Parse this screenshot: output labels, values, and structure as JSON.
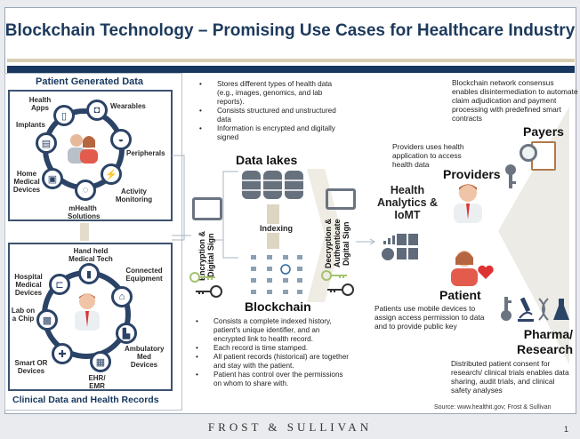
{
  "title": "Blockchain Technology – Promising Use Cases for Healthcare Industry",
  "left": {
    "patient_generated": {
      "heading": "Patient Generated Data",
      "nodes": [
        "Health Apps",
        "Wearables",
        "Peripherals",
        "Activity Monitoring",
        "mHealth Solutions",
        "Home Medical Devices",
        "Implants"
      ]
    },
    "clinical": {
      "heading": "Clinical Data and Health Records",
      "nodes": [
        "Hand held Medical Tech",
        "Connected Equipment",
        "Ambulatory Med Devices",
        "EHR/ EMR",
        "Smart OR Devices",
        "Lab on a Chip",
        "Hospital Medical Devices"
      ]
    }
  },
  "middle": {
    "data_lakes_bullets": [
      "Stores different types of health data (e.g., images, genomics, and lab reports).",
      "Consists structured and unstructured data",
      "Information is encrypted and digitally signed"
    ],
    "data_lakes": "Data lakes",
    "indexing": "Indexing",
    "blockchain": "Blockchain",
    "blockchain_bullets": [
      "Consists a complete indexed history, patient's unique identifier, and an encrypted link to health record.",
      "Each record is time stamped.",
      "All patient records (historical) are together and stay with the patient.",
      "Patient has control over the permissions on whom to share with."
    ],
    "encryption": "Encryption & Digital Sign",
    "decryption": "Decryption & Authenticate Digital Sign",
    "health_analytics": "Health Analytics & IoMT"
  },
  "right": {
    "providers_text": "Providers uses health application to access health data",
    "providers": "Providers",
    "patient": "Patient",
    "patient_text": "Patients use mobile devices to assign access permission to data and to provide public key",
    "payers_text": "Blockchain network consensus enables disintermediation to automate claim adjudication and payment processing with predefined smart contracts",
    "payers": "Payers",
    "pharma": "Pharma/ Research",
    "pharma_text": "Distributed patient consent for research/ clinical trials enables data sharing, audit trials, and clinical safety analyses",
    "source": "Source:  www.healthit.gov;   Frost & Sullivan"
  },
  "footer": {
    "brand": "FROST & SULLIVAN",
    "page": "1"
  },
  "colors": {
    "navy": "#17375e",
    "tan": "#d6ceb2",
    "ring": "#2b4366",
    "icon_gray": "#6b7480"
  }
}
